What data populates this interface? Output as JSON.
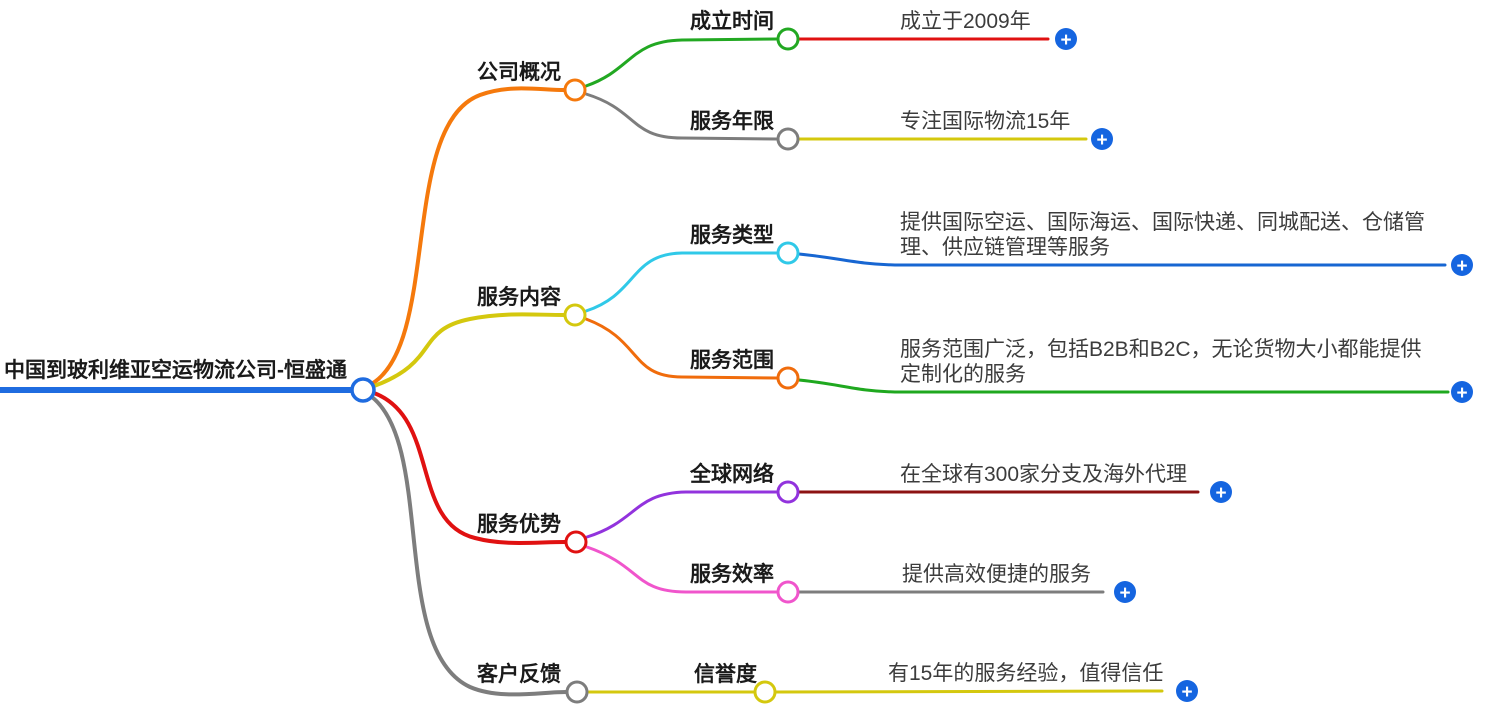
{
  "root": {
    "label": "中国到玻利维亚空运物流公司-恒盛通",
    "color": "#1f6ce0"
  },
  "branches": [
    {
      "label": "公司概况",
      "color": "#f5790c",
      "children": [
        {
          "label": "成立时间",
          "color": "#22a822",
          "leaf": {
            "text": "成立于2009年",
            "color": "#e01111"
          }
        },
        {
          "label": "服务年限",
          "color": "#7d7d7d",
          "leaf": {
            "text": "专注国际物流15年",
            "color": "#d4c80e"
          }
        }
      ]
    },
    {
      "label": "服务内容",
      "color": "#d4c80e",
      "children": [
        {
          "label": "服务类型",
          "color": "#30c9e8",
          "leaf": {
            "text": "提供国际空运、国际海运、国际快递、同城配送、仓储管理、供应链管理等服务",
            "color": "#1766d2"
          }
        },
        {
          "label": "服务范围",
          "color": "#f06c0c",
          "leaf": {
            "text": "服务范围广泛，包括B2B和B2C，无论货物大小都能提供定制化的服务",
            "color": "#1fa81f"
          }
        }
      ]
    },
    {
      "label": "服务优势",
      "color": "#e01111",
      "children": [
        {
          "label": "全球网络",
          "color": "#9233dd",
          "leaf": {
            "text": "在全球有300家分支及海外代理",
            "color": "#8c1212"
          }
        },
        {
          "label": "服务效率",
          "color": "#f055cc",
          "leaf": {
            "text": "提供高效便捷的服务",
            "color": "#7d7d7d"
          }
        }
      ]
    },
    {
      "label": "客户反馈",
      "color": "#7d7d7d",
      "children": [
        {
          "label": "信誉度",
          "color": "#d4c80e",
          "leaf": {
            "text": "有15年的服务经验，值得信任",
            "color": "#d4c80e"
          }
        }
      ]
    }
  ],
  "ui": {
    "plus_icon": "+",
    "plus_button_color": "#1565e0"
  }
}
